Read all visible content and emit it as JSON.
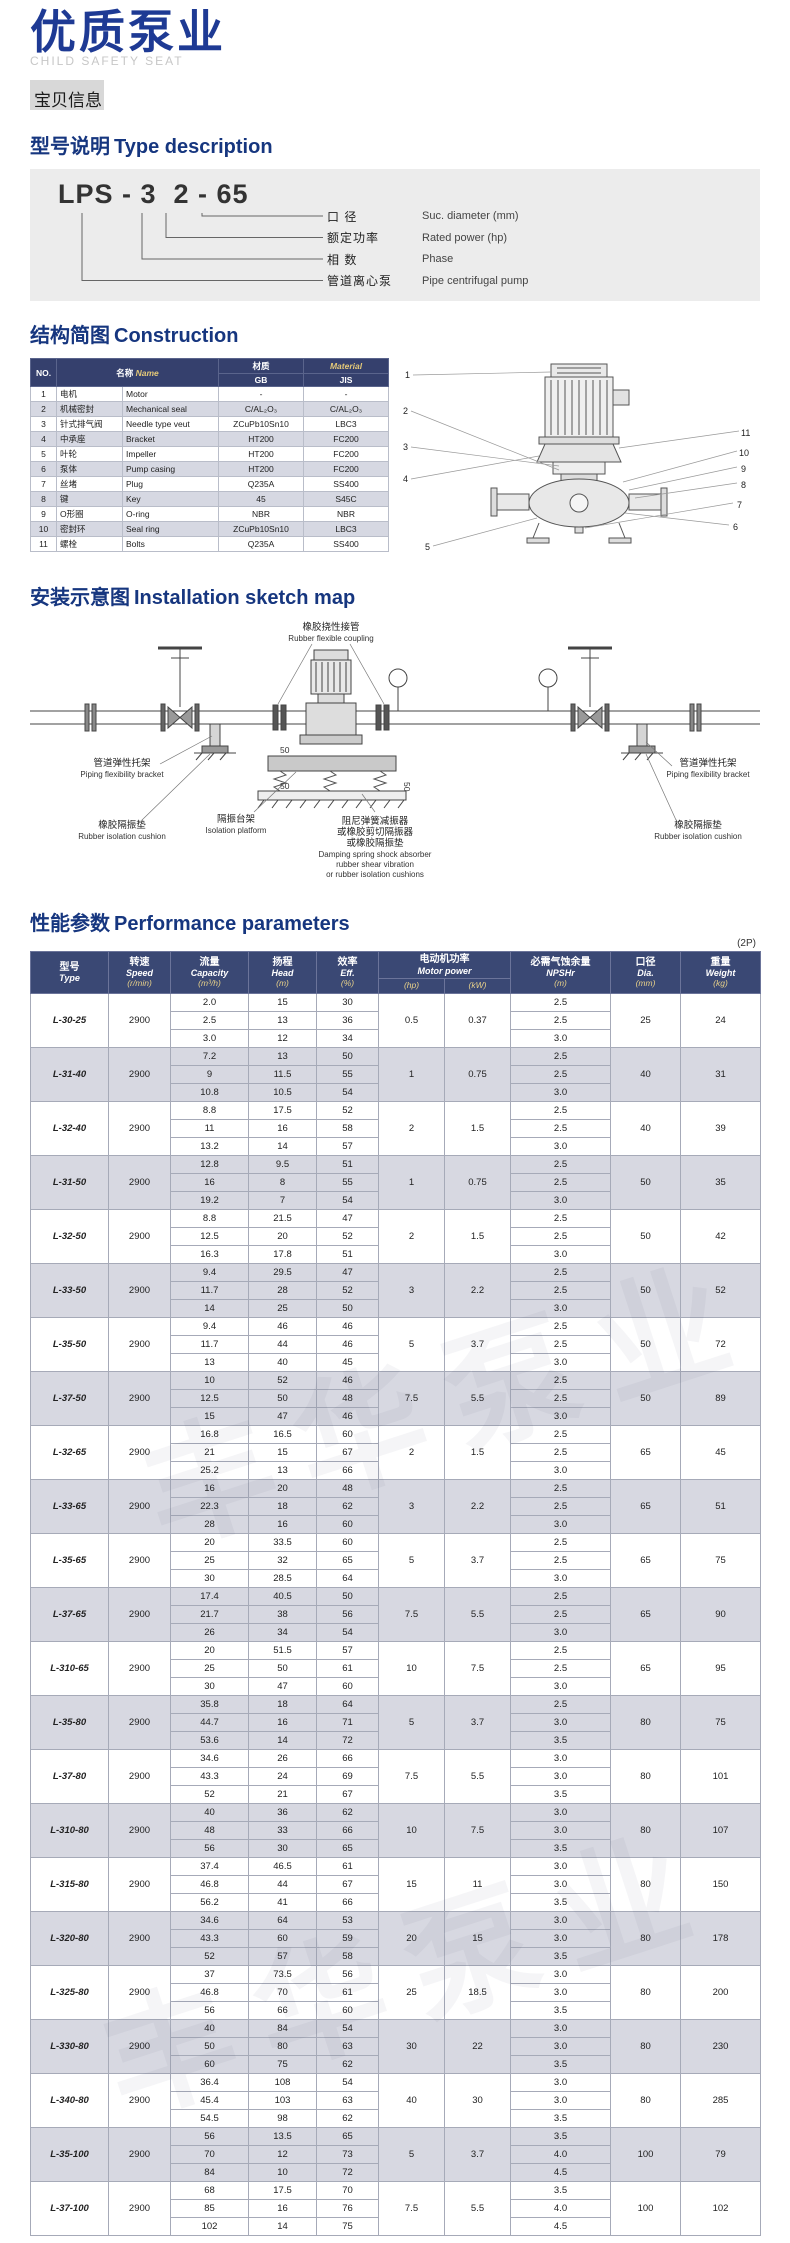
{
  "header": {
    "title": "优质泵业",
    "subtitle": "CHILD SAFETY SEAT",
    "badge": "宝贝信息"
  },
  "sections": {
    "type_desc": {
      "cn": "型号说明",
      "en": "Type description"
    },
    "construction": {
      "cn": "结构简图",
      "en": "Construction"
    },
    "installation": {
      "cn": "安装示意图",
      "en": "Installation sketch map"
    },
    "performance": {
      "cn": "性能参数",
      "en": "Performance parameters",
      "note": "(2P)"
    }
  },
  "type_desc": {
    "code": "LPS - 3  2 - 65",
    "legend": [
      {
        "cn": "口  径",
        "en": "Suc. diameter (mm)"
      },
      {
        "cn": "额定功率",
        "en": "Rated power (hp)"
      },
      {
        "cn": "相  数",
        "en": "Phase"
      },
      {
        "cn": "管道离心泵",
        "en": "Pipe centrifugal pump"
      }
    ]
  },
  "parts_table": {
    "headers": {
      "no": "NO.",
      "name_cn": "名称",
      "name_en": "Name",
      "material_cn": "材质",
      "material_en": "Material",
      "gb": "GB",
      "jis": "JIS"
    },
    "rows": [
      [
        "1",
        "电机",
        "Motor",
        "-",
        "-"
      ],
      [
        "2",
        "机械密封",
        "Mechanical seal",
        "C/AL₂O₃",
        "C/AL₂O₃"
      ],
      [
        "3",
        "针式排气阀",
        "Needle type veut",
        "ZCuPb10Sn10",
        "LBC3"
      ],
      [
        "4",
        "中承座",
        "Bracket",
        "HT200",
        "FC200"
      ],
      [
        "5",
        "叶轮",
        "Impeller",
        "HT200",
        "FC200"
      ],
      [
        "6",
        "泵体",
        "Pump casing",
        "HT200",
        "FC200"
      ],
      [
        "7",
        "丝堵",
        "Plug",
        "Q235A",
        "SS400"
      ],
      [
        "8",
        "键",
        "Key",
        "45",
        "S45C"
      ],
      [
        "9",
        "O形圈",
        "O-ring",
        "NBR",
        "NBR"
      ],
      [
        "10",
        "密封环",
        "Seal ring",
        "ZCuPb10Sn10",
        "LBC3"
      ],
      [
        "11",
        "螺栓",
        "Bolts",
        "Q235A",
        "SS400"
      ]
    ]
  },
  "construction_fig": {
    "callouts": [
      "1",
      "2",
      "3",
      "4",
      "5",
      "6",
      "7",
      "8",
      "9",
      "10",
      "11"
    ]
  },
  "installation": {
    "coupling_cn": "橡胶挠性接管",
    "coupling_en": "Rubber flexible coupling",
    "bracket_cn": "管道弹性托架",
    "bracket_en": "Piping flexibility bracket",
    "cushion_cn": "橡胶隔振垫",
    "cushion_en": "Rubber isolation cushion",
    "platform_cn": "隔振台架",
    "platform_en": "Isolation platform",
    "damper_cn1": "阻尼弹簧减振器",
    "damper_cn2": "或橡胶剪切隔振器",
    "damper_cn3": "或橡胶隔振垫",
    "damper_en1": "Damping spring shock absorber",
    "damper_en2": "rubber shear vibration",
    "damper_en3": "or rubber isolation cushions",
    "dim": "50"
  },
  "performance": {
    "headers": {
      "type_cn": "型号",
      "type_en": "Type",
      "speed_cn": "转速",
      "speed_en": "Speed",
      "speed_unit": "(r/min)",
      "capacity_cn": "流量",
      "capacity_en": "Capacity",
      "capacity_unit": "(m³/h)",
      "head_cn": "扬程",
      "head_en": "Head",
      "head_unit": "(m)",
      "eff_cn": "效率",
      "eff_en": "Eff.",
      "eff_unit": "(%)",
      "motor_cn": "电动机功率",
      "motor_en": "Motor power",
      "hp": "(hp)",
      "kw": "(kW)",
      "npsh_cn": "必需气蚀余量",
      "npsh_en": "NPSHr",
      "npsh_unit": "(m)",
      "dia_cn": "口径",
      "dia_en": "Dia.",
      "dia_unit": "(mm)",
      "weight_cn": "重量",
      "weight_en": "Weight",
      "weight_unit": "(kg)"
    },
    "rows": [
      {
        "type": "L-30-25",
        "speed": "2900",
        "hp": "0.5",
        "kw": "0.37",
        "dia": "25",
        "weight": "24",
        "sub": [
          [
            "2.0",
            "15",
            "30",
            "2.5"
          ],
          [
            "2.5",
            "13",
            "36",
            "2.5"
          ],
          [
            "3.0",
            "12",
            "34",
            "3.0"
          ]
        ]
      },
      {
        "type": "L-31-40",
        "speed": "2900",
        "hp": "1",
        "kw": "0.75",
        "dia": "40",
        "weight": "31",
        "sub": [
          [
            "7.2",
            "13",
            "50",
            "2.5"
          ],
          [
            "9",
            "11.5",
            "55",
            "2.5"
          ],
          [
            "10.8",
            "10.5",
            "54",
            "3.0"
          ]
        ]
      },
      {
        "type": "L-32-40",
        "speed": "2900",
        "hp": "2",
        "kw": "1.5",
        "dia": "40",
        "weight": "39",
        "sub": [
          [
            "8.8",
            "17.5",
            "52",
            "2.5"
          ],
          [
            "11",
            "16",
            "58",
            "2.5"
          ],
          [
            "13.2",
            "14",
            "57",
            "3.0"
          ]
        ]
      },
      {
        "type": "L-31-50",
        "speed": "2900",
        "hp": "1",
        "kw": "0.75",
        "dia": "50",
        "weight": "35",
        "sub": [
          [
            "12.8",
            "9.5",
            "51",
            "2.5"
          ],
          [
            "16",
            "8",
            "55",
            "2.5"
          ],
          [
            "19.2",
            "7",
            "54",
            "3.0"
          ]
        ]
      },
      {
        "type": "L-32-50",
        "speed": "2900",
        "hp": "2",
        "kw": "1.5",
        "dia": "50",
        "weight": "42",
        "sub": [
          [
            "8.8",
            "21.5",
            "47",
            "2.5"
          ],
          [
            "12.5",
            "20",
            "52",
            "2.5"
          ],
          [
            "16.3",
            "17.8",
            "51",
            "3.0"
          ]
        ]
      },
      {
        "type": "L-33-50",
        "speed": "2900",
        "hp": "3",
        "kw": "2.2",
        "dia": "50",
        "weight": "52",
        "sub": [
          [
            "9.4",
            "29.5",
            "47",
            "2.5"
          ],
          [
            "11.7",
            "28",
            "52",
            "2.5"
          ],
          [
            "14",
            "25",
            "50",
            "3.0"
          ]
        ]
      },
      {
        "type": "L-35-50",
        "speed": "2900",
        "hp": "5",
        "kw": "3.7",
        "dia": "50",
        "weight": "72",
        "sub": [
          [
            "9.4",
            "46",
            "46",
            "2.5"
          ],
          [
            "11.7",
            "44",
            "46",
            "2.5"
          ],
          [
            "13",
            "40",
            "45",
            "3.0"
          ]
        ]
      },
      {
        "type": "L-37-50",
        "speed": "2900",
        "hp": "7.5",
        "kw": "5.5",
        "dia": "50",
        "weight": "89",
        "sub": [
          [
            "10",
            "52",
            "46",
            "2.5"
          ],
          [
            "12.5",
            "50",
            "48",
            "2.5"
          ],
          [
            "15",
            "47",
            "46",
            "3.0"
          ]
        ]
      },
      {
        "type": "L-32-65",
        "speed": "2900",
        "hp": "2",
        "kw": "1.5",
        "dia": "65",
        "weight": "45",
        "sub": [
          [
            "16.8",
            "16.5",
            "60",
            "2.5"
          ],
          [
            "21",
            "15",
            "67",
            "2.5"
          ],
          [
            "25.2",
            "13",
            "66",
            "3.0"
          ]
        ]
      },
      {
        "type": "L-33-65",
        "speed": "2900",
        "hp": "3",
        "kw": "2.2",
        "dia": "65",
        "weight": "51",
        "sub": [
          [
            "16",
            "20",
            "48",
            "2.5"
          ],
          [
            "22.3",
            "18",
            "62",
            "2.5"
          ],
          [
            "28",
            "16",
            "60",
            "3.0"
          ]
        ]
      },
      {
        "type": "L-35-65",
        "speed": "2900",
        "hp": "5",
        "kw": "3.7",
        "dia": "65",
        "weight": "75",
        "sub": [
          [
            "20",
            "33.5",
            "60",
            "2.5"
          ],
          [
            "25",
            "32",
            "65",
            "2.5"
          ],
          [
            "30",
            "28.5",
            "64",
            "3.0"
          ]
        ]
      },
      {
        "type": "L-37-65",
        "speed": "2900",
        "hp": "7.5",
        "kw": "5.5",
        "dia": "65",
        "weight": "90",
        "sub": [
          [
            "17.4",
            "40.5",
            "50",
            "2.5"
          ],
          [
            "21.7",
            "38",
            "56",
            "2.5"
          ],
          [
            "26",
            "34",
            "54",
            "3.0"
          ]
        ]
      },
      {
        "type": "L-310-65",
        "speed": "2900",
        "hp": "10",
        "kw": "7.5",
        "dia": "65",
        "weight": "95",
        "sub": [
          [
            "20",
            "51.5",
            "57",
            "2.5"
          ],
          [
            "25",
            "50",
            "61",
            "2.5"
          ],
          [
            "30",
            "47",
            "60",
            "3.0"
          ]
        ]
      },
      {
        "type": "L-35-80",
        "speed": "2900",
        "hp": "5",
        "kw": "3.7",
        "dia": "80",
        "weight": "75",
        "sub": [
          [
            "35.8",
            "18",
            "64",
            "2.5"
          ],
          [
            "44.7",
            "16",
            "71",
            "3.0"
          ],
          [
            "53.6",
            "14",
            "72",
            "3.5"
          ]
        ]
      },
      {
        "type": "L-37-80",
        "speed": "2900",
        "hp": "7.5",
        "kw": "5.5",
        "dia": "80",
        "weight": "101",
        "sub": [
          [
            "34.6",
            "26",
            "66",
            "3.0"
          ],
          [
            "43.3",
            "24",
            "69",
            "3.0"
          ],
          [
            "52",
            "21",
            "67",
            "3.5"
          ]
        ]
      },
      {
        "type": "L-310-80",
        "speed": "2900",
        "hp": "10",
        "kw": "7.5",
        "dia": "80",
        "weight": "107",
        "sub": [
          [
            "40",
            "36",
            "62",
            "3.0"
          ],
          [
            "48",
            "33",
            "66",
            "3.0"
          ],
          [
            "56",
            "30",
            "65",
            "3.5"
          ]
        ]
      },
      {
        "type": "L-315-80",
        "speed": "2900",
        "hp": "15",
        "kw": "11",
        "dia": "80",
        "weight": "150",
        "sub": [
          [
            "37.4",
            "46.5",
            "61",
            "3.0"
          ],
          [
            "46.8",
            "44",
            "67",
            "3.0"
          ],
          [
            "56.2",
            "41",
            "66",
            "3.5"
          ]
        ]
      },
      {
        "type": "L-320-80",
        "speed": "2900",
        "hp": "20",
        "kw": "15",
        "dia": "80",
        "weight": "178",
        "sub": [
          [
            "34.6",
            "64",
            "53",
            "3.0"
          ],
          [
            "43.3",
            "60",
            "59",
            "3.0"
          ],
          [
            "52",
            "57",
            "58",
            "3.5"
          ]
        ]
      },
      {
        "type": "L-325-80",
        "speed": "2900",
        "hp": "25",
        "kw": "18.5",
        "dia": "80",
        "weight": "200",
        "sub": [
          [
            "37",
            "73.5",
            "56",
            "3.0"
          ],
          [
            "46.8",
            "70",
            "61",
            "3.0"
          ],
          [
            "56",
            "66",
            "60",
            "3.5"
          ]
        ]
      },
      {
        "type": "L-330-80",
        "speed": "2900",
        "hp": "30",
        "kw": "22",
        "dia": "80",
        "weight": "230",
        "sub": [
          [
            "40",
            "84",
            "54",
            "3.0"
          ],
          [
            "50",
            "80",
            "63",
            "3.0"
          ],
          [
            "60",
            "75",
            "62",
            "3.5"
          ]
        ]
      },
      {
        "type": "L-340-80",
        "speed": "2900",
        "hp": "40",
        "kw": "30",
        "dia": "80",
        "weight": "285",
        "sub": [
          [
            "36.4",
            "108",
            "54",
            "3.0"
          ],
          [
            "45.4",
            "103",
            "63",
            "3.0"
          ],
          [
            "54.5",
            "98",
            "62",
            "3.5"
          ]
        ]
      },
      {
        "type": "L-35-100",
        "speed": "2900",
        "hp": "5",
        "kw": "3.7",
        "dia": "100",
        "weight": "79",
        "sub": [
          [
            "56",
            "13.5",
            "65",
            "3.5"
          ],
          [
            "70",
            "12",
            "73",
            "4.0"
          ],
          [
            "84",
            "10",
            "72",
            "4.5"
          ]
        ]
      },
      {
        "type": "L-37-100",
        "speed": "2900",
        "hp": "7.5",
        "kw": "5.5",
        "dia": "100",
        "weight": "102",
        "sub": [
          [
            "68",
            "17.5",
            "70",
            "3.5"
          ],
          [
            "85",
            "16",
            "76",
            "4.0"
          ],
          [
            "102",
            "14",
            "75",
            "4.5"
          ]
        ]
      }
    ]
  },
  "watermark": "丰华泵业"
}
